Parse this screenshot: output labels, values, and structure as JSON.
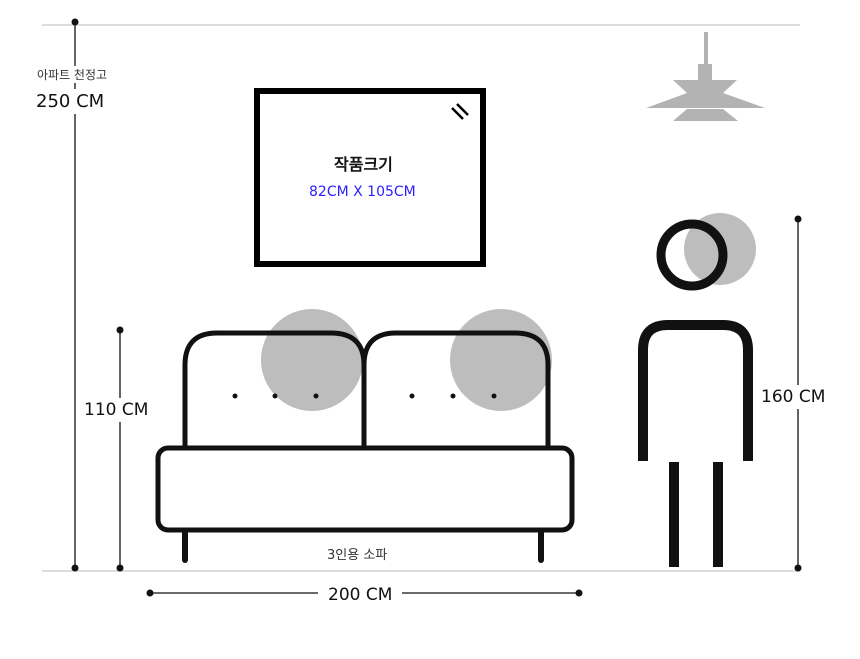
{
  "ceiling": {
    "caption": "아파트 천정고",
    "value": "250 CM"
  },
  "artwork": {
    "title": "작품크기",
    "size": "82CM X 105CM"
  },
  "sofa": {
    "label": "3인용 소파",
    "height": "110 CM",
    "width": "200 CM"
  },
  "person": {
    "height": "160 CM"
  },
  "colors": {
    "line": "#111111",
    "accent": "#2a1fff",
    "gray": "#bdbdbd"
  }
}
